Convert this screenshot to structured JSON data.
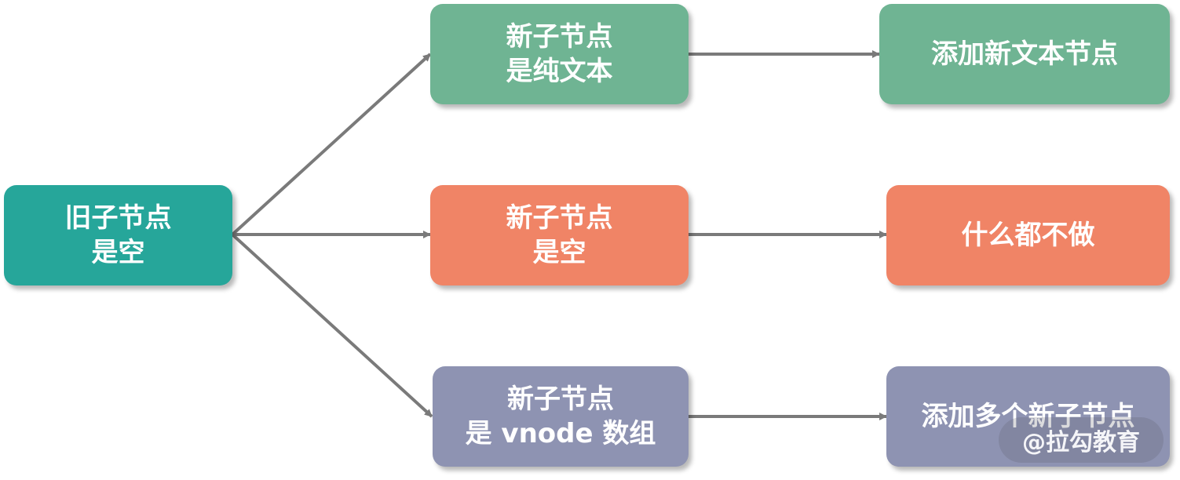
{
  "colors": {
    "teal": "#26a69a",
    "green": "#6fb493",
    "orange": "#f08466",
    "purple": "#8e93b2",
    "arrow": "#7a7a7a"
  },
  "nodes": {
    "root": {
      "line1": "旧子节点",
      "line2": "是空"
    },
    "a": {
      "line1": "新子节点",
      "line2": "是纯文本"
    },
    "b": {
      "line1": "新子节点",
      "line2": "是空"
    },
    "c": {
      "line1": "新子节点",
      "line2": "是 vnode 数组"
    },
    "a2": {
      "line1": "添加新文本节点"
    },
    "b2": {
      "line1": "什么都不做"
    },
    "c2": {
      "line1": "添加多个新子节点"
    }
  },
  "watermark": "@拉勾教育"
}
